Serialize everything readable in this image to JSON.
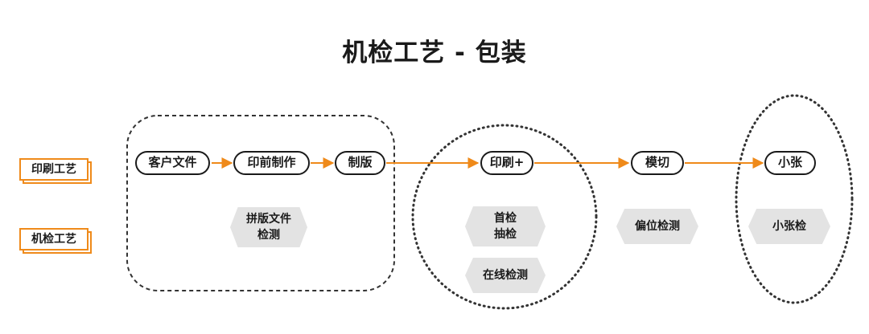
{
  "title": "机检工艺 - 包装",
  "rows": {
    "print_process": "印刷工艺",
    "inspection_process": "机检工艺"
  },
  "steps": {
    "customer_file": "客户文件",
    "prepress": "印前制作",
    "plate_making": "制版",
    "printing": "印刷+",
    "die_cutting": "模切",
    "small_sheet": "小张"
  },
  "checks": {
    "imposition_line1": "拼版文件",
    "imposition_line2": "检测",
    "first_check_line1": "首检",
    "first_check_line2": "抽检",
    "inline_check": "在线检测",
    "offset_check": "偏位检测",
    "small_sheet_check": "小张检"
  },
  "colors": {
    "accent": "#ef8a1a",
    "outline": "#1a1a1a",
    "hex_fill": "#e3e3e3"
  }
}
